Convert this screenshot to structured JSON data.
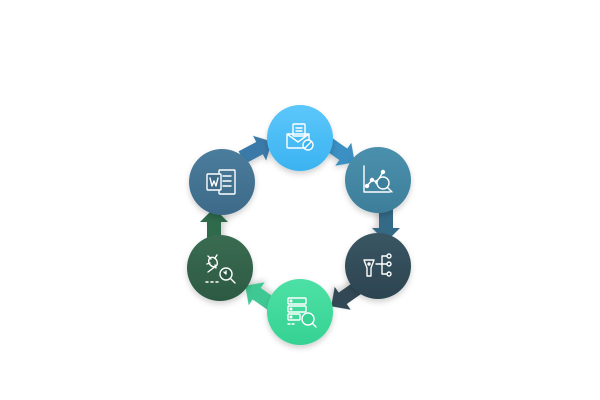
{
  "diagram": {
    "type": "cycle",
    "direction": "clockwise",
    "nodes": [
      {
        "id": "node-1",
        "icon": "email-blocked-icon",
        "color": "#3bb3f0",
        "color_light": "#5cc7fb"
      },
      {
        "id": "node-2",
        "icon": "scatter-chart-search-icon",
        "color": "#3d7e9a",
        "color_light": "#4b90ad"
      },
      {
        "id": "node-3",
        "icon": "flask-network-icon",
        "color": "#2c4450",
        "color_light": "#3a5663"
      },
      {
        "id": "node-4",
        "icon": "database-search-icon",
        "color": "#35d293",
        "color_light": "#4ee0a5"
      },
      {
        "id": "node-5",
        "icon": "bug-search-icon",
        "color": "#2c5942",
        "color_light": "#3a6c52"
      },
      {
        "id": "node-6",
        "icon": "word-document-icon",
        "color": "#3d6a88",
        "color_light": "#4b7c9c"
      }
    ],
    "arrows": [
      {
        "id": "arrow-1-2",
        "color": "#3b8fc2"
      },
      {
        "id": "arrow-2-3",
        "color": "#356b87"
      },
      {
        "id": "arrow-3-4",
        "color": "#334a54"
      },
      {
        "id": "arrow-4-5",
        "color": "#3fc894"
      },
      {
        "id": "arrow-5-6",
        "color": "#2e6a4c"
      },
      {
        "id": "arrow-6-1",
        "color": "#3b7aa8"
      }
    ]
  }
}
